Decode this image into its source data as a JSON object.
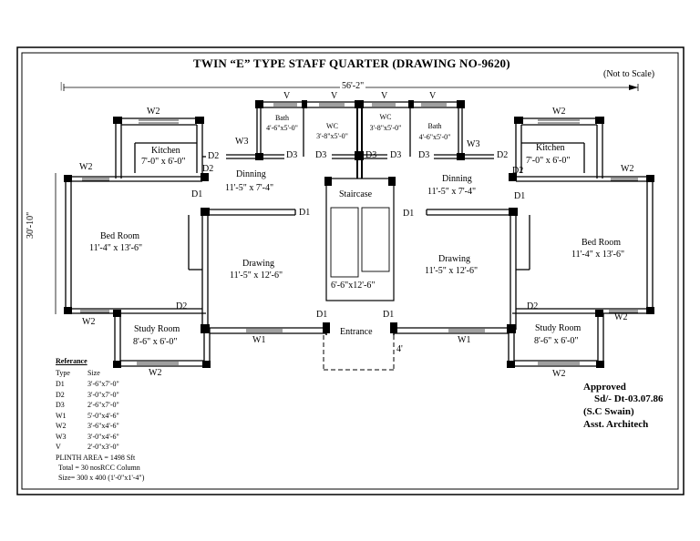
{
  "title": "TWIN “E” TYPE STAFF QUARTER (DRAWING NO-9620)",
  "scale_note": "(Not to Scale)",
  "dimensions": {
    "width": "56'-2\"",
    "depth": "30'-10\"",
    "entrance_step": "4'"
  },
  "rooms": {
    "kitchen": {
      "name": "Kitchen",
      "size": "7'-0\" x 6'-0\""
    },
    "dinning": {
      "name": "Dinning",
      "size": "11'-5\" x 7'-4\""
    },
    "bed_room": {
      "name": "Bed Room",
      "size": "11'-4\" x 13'-6\""
    },
    "drawing": {
      "name": "Drawing",
      "size": "11'-5\" x 12'-6\""
    },
    "study_room": {
      "name": "Study Room",
      "size": "8'-6\" x 6'-0\""
    },
    "bath": {
      "name": "Bath",
      "size": "4'-6\"x5'-0\""
    },
    "wc": {
      "name": "WC",
      "size": "3'-8\"x5'-0\""
    },
    "staircase": {
      "name": "Staircase",
      "size": "6'-6\"x12'-6\""
    },
    "entrance": {
      "name": "Entrance"
    }
  },
  "openings": {
    "D1": "D1",
    "D2": "D2",
    "D3": "D3",
    "W1": "W1",
    "W2": "W2",
    "W3": "W3",
    "V": "V"
  },
  "reference": {
    "heading": "Referance",
    "col_type": "Type",
    "col_size": "Size",
    "rows": [
      {
        "type": "D1",
        "size": "3'-6\"x7'-0\""
      },
      {
        "type": "D2",
        "size": "3'-0\"x7'-0\""
      },
      {
        "type": "D3",
        "size": "2'-6\"x7'-0\""
      },
      {
        "type": "W1",
        "size": "5'-0\"x4'-6\""
      },
      {
        "type": "W2",
        "size": "3'-6\"x4'-6\""
      },
      {
        "type": "W3",
        "size": "3'-0\"x4'-6\""
      },
      {
        "type": "V",
        "size": "2'-0\"x3'-0\""
      }
    ],
    "plinth_area": "PLINTH AREA = 1498 Sft",
    "columns_total": "Total = 30 nosRCC Column",
    "column_size": "Size= 300 x 400 (1'-0\"x1'-4\")"
  },
  "approval": {
    "status": "Approved",
    "signed": "Sd/-   Dt-03.07.86",
    "name": "(S.C Swain)",
    "designation": "Asst. Architech"
  }
}
